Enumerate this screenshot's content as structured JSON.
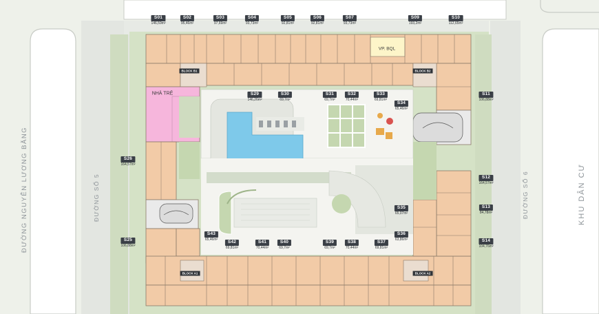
{
  "roads": {
    "left": "ĐƯỜNG NGUYỄN LƯƠNG BẰNG",
    "inner_left": "ĐƯỜNG SỐ 5",
    "inner_right": "ĐƯỜNG SỐ 6",
    "right": "KHU DÂN CƯ"
  },
  "facilities": {
    "nursery": "NHÀ TRẺ",
    "management": "VP. BQL"
  },
  "blocks": {
    "b1": "BLOCK B1",
    "b2": "BLOCK B2",
    "a1": "BLOCK A1",
    "a2": "BLOCK A2"
  },
  "units": {
    "S01": {
      "code": "S01",
      "area": "146,59m²"
    },
    "S02": {
      "code": "S02",
      "area": "95,46m²"
    },
    "S03": {
      "code": "S03",
      "area": "97,69m²"
    },
    "S04": {
      "code": "S04",
      "area": "93,73m²"
    },
    "S05": {
      "code": "S05",
      "area": "92,81m²"
    },
    "S06": {
      "code": "S06",
      "area": "92,81m²"
    },
    "S07": {
      "code": "S07",
      "area": "93,73m²"
    },
    "S09": {
      "code": "S09",
      "area": "193,2m²"
    },
    "S10": {
      "code": "S10",
      "area": "112,65m²"
    },
    "S11": {
      "code": "S11",
      "area": "106,88m²"
    },
    "S12": {
      "code": "S12",
      "area": "164,57m²"
    },
    "S13": {
      "code": "S13",
      "area": "84,78m²"
    },
    "S14": {
      "code": "S14",
      "area": "104,76m²"
    },
    "S25": {
      "code": "S25",
      "area": "106,88m²"
    },
    "S26": {
      "code": "S26",
      "area": "164,57m²"
    },
    "S29": {
      "code": "S29",
      "area": "146,26m²"
    },
    "S30": {
      "code": "S30",
      "area": "69,7m²"
    },
    "S31": {
      "code": "S31",
      "area": "69,7m²"
    },
    "S32": {
      "code": "S32",
      "area": "70,44m²"
    },
    "S33": {
      "code": "S33",
      "area": "69,81m²"
    },
    "S34": {
      "code": "S34",
      "area": "65,46m²"
    },
    "S35": {
      "code": "S35",
      "area": "65,07m²"
    },
    "S36": {
      "code": "S36",
      "area": "63,86m²"
    },
    "S37": {
      "code": "S37",
      "area": "69,81m²"
    },
    "S38": {
      "code": "S38",
      "area": "70,44m²"
    },
    "S39": {
      "code": "S39",
      "area": "69,7m²"
    },
    "S40": {
      "code": "S40",
      "area": "69,7m²"
    },
    "S41": {
      "code": "S41",
      "area": "70,44m²"
    },
    "S42": {
      "code": "S42",
      "area": "69,81m²"
    },
    "S43": {
      "code": "S43",
      "area": "65,46m²"
    }
  },
  "colors": {
    "shophouse": "#f2cba7",
    "nursery": "#f6b6dc",
    "pool": "#7ec9ea",
    "lawn": "#c5d7b0",
    "road": "#dfe2df",
    "plaza": "#f4f4f0"
  }
}
